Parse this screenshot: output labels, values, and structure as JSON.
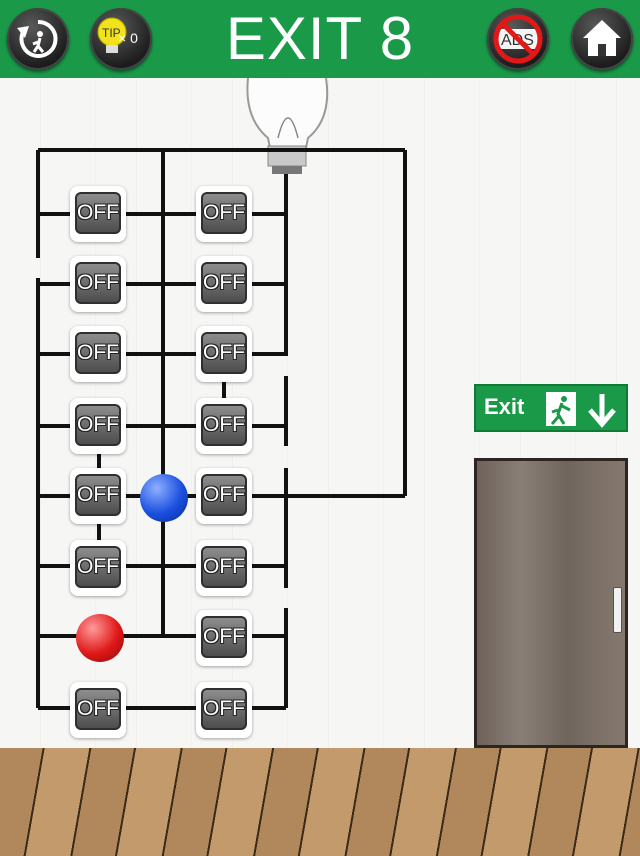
{
  "header": {
    "title": "EXIT 8",
    "tip_label": "TIP",
    "tip_count": "× 0",
    "ads_label": "ADS"
  },
  "switches": [
    {
      "label": "OFF"
    },
    {
      "label": "OFF"
    },
    {
      "label": "OFF"
    },
    {
      "label": "OFF"
    },
    {
      "label": "OFF"
    },
    {
      "label": "OFF"
    },
    {
      "label": "OFF"
    },
    {
      "label": "OFF"
    },
    {
      "label": "OFF"
    },
    {
      "label": "OFF"
    },
    {
      "label": "OFF"
    },
    {
      "label": "OFF"
    },
    {
      "label": "OFF"
    },
    {
      "label": "OFF"
    },
    {
      "label": "OFF"
    }
  ],
  "markers": [
    {
      "color": "blue",
      "hex": "#1a4fe0"
    },
    {
      "color": "red",
      "hex": "#e01818"
    }
  ],
  "exit_sign": {
    "label": "Exit"
  },
  "colors": {
    "header_bg": "#1a9a49",
    "exit_sign_bg": "#1a9a49"
  }
}
